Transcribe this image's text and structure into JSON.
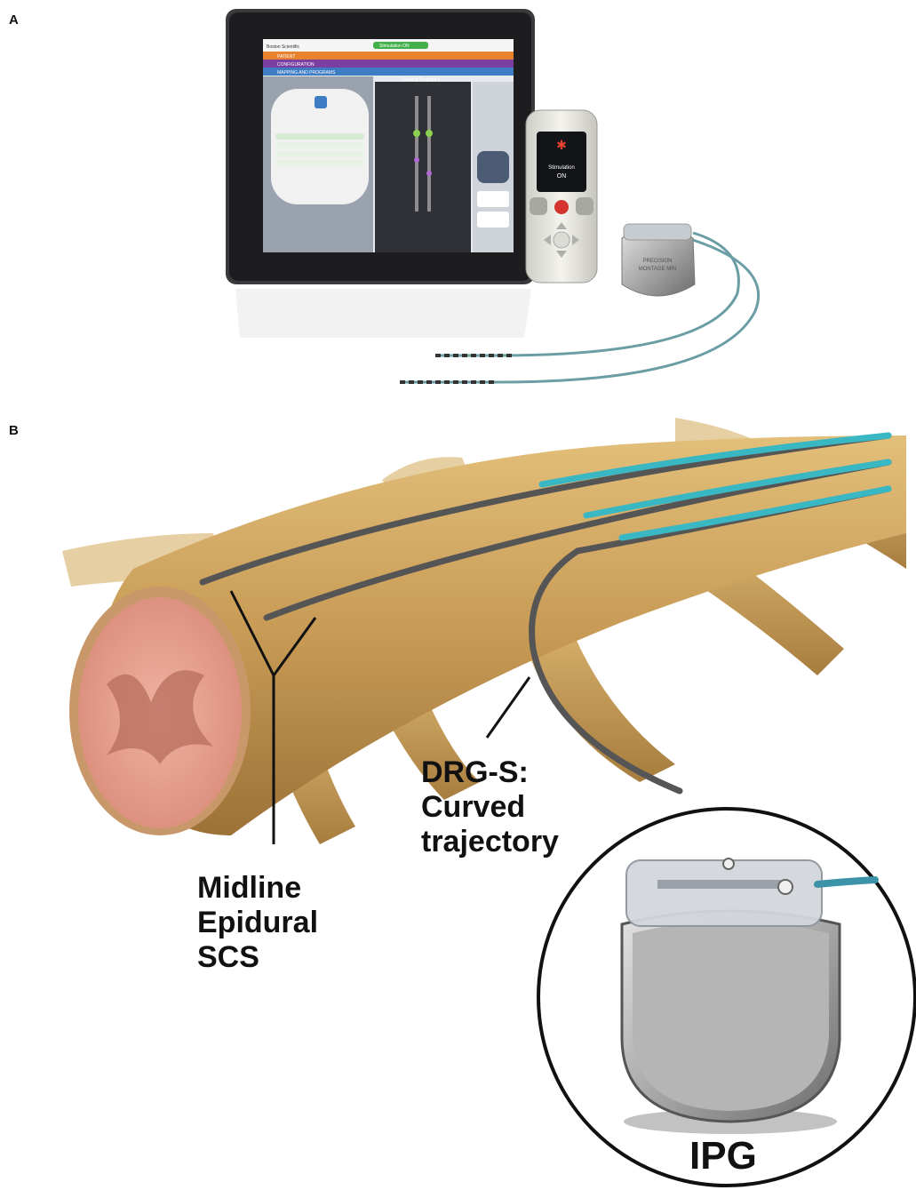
{
  "panels": {
    "a": {
      "letter": "A"
    },
    "b": {
      "letter": "B"
    }
  },
  "tablet": {
    "brand": "Boston Scientific",
    "status": "Stimulation ON",
    "menu": [
      "PATIENT",
      "CONFIGURATION",
      "MAPPING AND PROGRAMS"
    ],
    "program": "Running Program 1"
  },
  "remote": {
    "status_line1": "Stimulation",
    "status_line2": "ON"
  },
  "ipg_device_small": {
    "line1": "PRECISION",
    "line2": "MONTAGE MRI"
  },
  "labels": {
    "midline_line1": "Midline",
    "midline_line2": "Epidural",
    "midline_line3": "SCS",
    "drg_line1": "DRG-S:",
    "drg_line2": "Curved",
    "drg_line3": "trajectory",
    "ipg": "IPG"
  },
  "colors": {
    "spine": "#c9a25c",
    "cord_section": "#e8a494",
    "lead": "#555555",
    "lead_contact": "#39b8c4"
  }
}
